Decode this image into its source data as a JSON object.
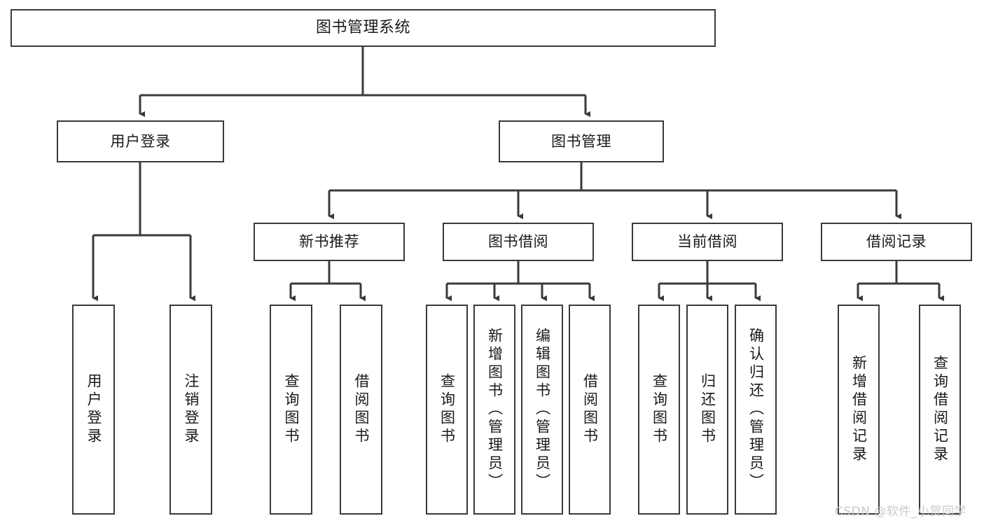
{
  "diagram": {
    "type": "tree-hierarchy-chart",
    "title": "图书管理系统",
    "colors": {
      "box_border": "#3a3a3a",
      "background": "#ffffff",
      "edge": "#3a3a3a",
      "text": "#1a1a1a",
      "watermark": "#c9c9c9"
    },
    "root": {
      "label": "图书管理系统"
    },
    "level2": [
      {
        "label": "用户登录"
      },
      {
        "label": "图书管理"
      }
    ],
    "level3": [
      {
        "label": "新书推荐"
      },
      {
        "label": "图书借阅"
      },
      {
        "label": "当前借阅"
      },
      {
        "label": "借阅记录"
      }
    ],
    "leaves": {
      "user_login": [
        {
          "label": "用户登录"
        },
        {
          "label": "注销登录"
        }
      ],
      "new_book_recommend": [
        {
          "label": "查询图书"
        },
        {
          "label": "借阅图书"
        }
      ],
      "book_borrow": [
        {
          "label": "查询图书"
        },
        {
          "label": "新增图书（管理员）"
        },
        {
          "label": "编辑图书（管理员）"
        },
        {
          "label": "借阅图书"
        }
      ],
      "current_borrow": [
        {
          "label": "查询图书"
        },
        {
          "label": "归还图书"
        },
        {
          "label": "确认归还（管理员）"
        }
      ],
      "borrow_record": [
        {
          "label": "新增借阅记录"
        },
        {
          "label": "查询借阅记录"
        }
      ]
    },
    "watermark": "CSDN @软件_小贺同学"
  }
}
